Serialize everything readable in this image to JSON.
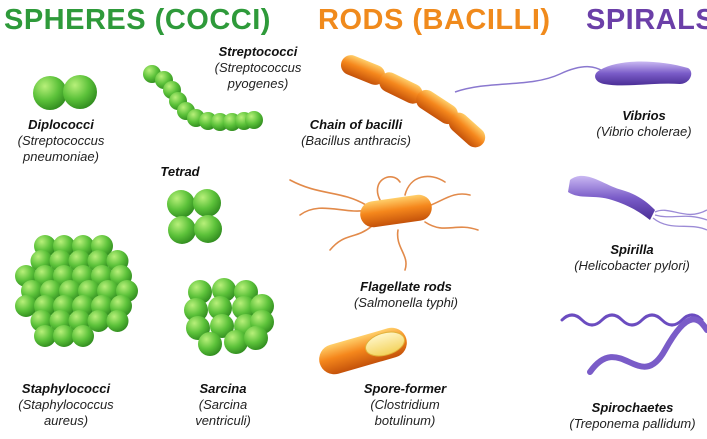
{
  "headings": {
    "spheres": "SPHERES (COCCI)",
    "rods": "RODS (BACILLI)",
    "spirals": "SPIRALS"
  },
  "colors": {
    "spheres": "#2e9a3a",
    "rods": "#f08a1c",
    "spirals": "#6b3fa8",
    "cocci_fill": "#5cc23a",
    "cocci_stroke": "#2f8a1e",
    "rod_fill": "#f07a1a",
    "rod_stroke": "#c4520a",
    "spiral_fill": "#7a5cc8",
    "flagella": "#e28a4a"
  },
  "spheres": {
    "diplococci": {
      "name": "Diplococci",
      "scientific": [
        "(Streptococcus",
        "pneumoniae)"
      ]
    },
    "streptococci": {
      "name": "Streptococci",
      "scientific": [
        "(Streptococcus",
        "pyogenes)"
      ]
    },
    "tetrad": {
      "name": "Tetrad"
    },
    "staphylococci": {
      "name": "Staphylococci",
      "scientific": [
        "(Staphylococcus",
        "aureus)"
      ]
    },
    "sarcina": {
      "name": "Sarcina",
      "scientific": [
        "(Sarcina",
        "ventriculi)"
      ]
    }
  },
  "rods": {
    "chain": {
      "name": "Chain of bacilli",
      "scientific": [
        "(Bacillus anthracis)"
      ]
    },
    "flagellate": {
      "name": "Flagellate rods",
      "scientific": [
        "(Salmonella typhi)"
      ]
    },
    "spore": {
      "name": "Spore-former",
      "scientific": [
        "(Clostridium",
        "botulinum)"
      ]
    }
  },
  "spirals": {
    "vibrios": {
      "name": "Vibrios",
      "scientific": [
        "(Vibrio cholerae)"
      ]
    },
    "spirilla": {
      "name": "Spirilla",
      "scientific": [
        "(Helicobacter pylori)"
      ]
    },
    "spirochaetes": {
      "name": "Spirochaetes",
      "scientific": [
        "(Treponema pallidum)"
      ]
    }
  }
}
